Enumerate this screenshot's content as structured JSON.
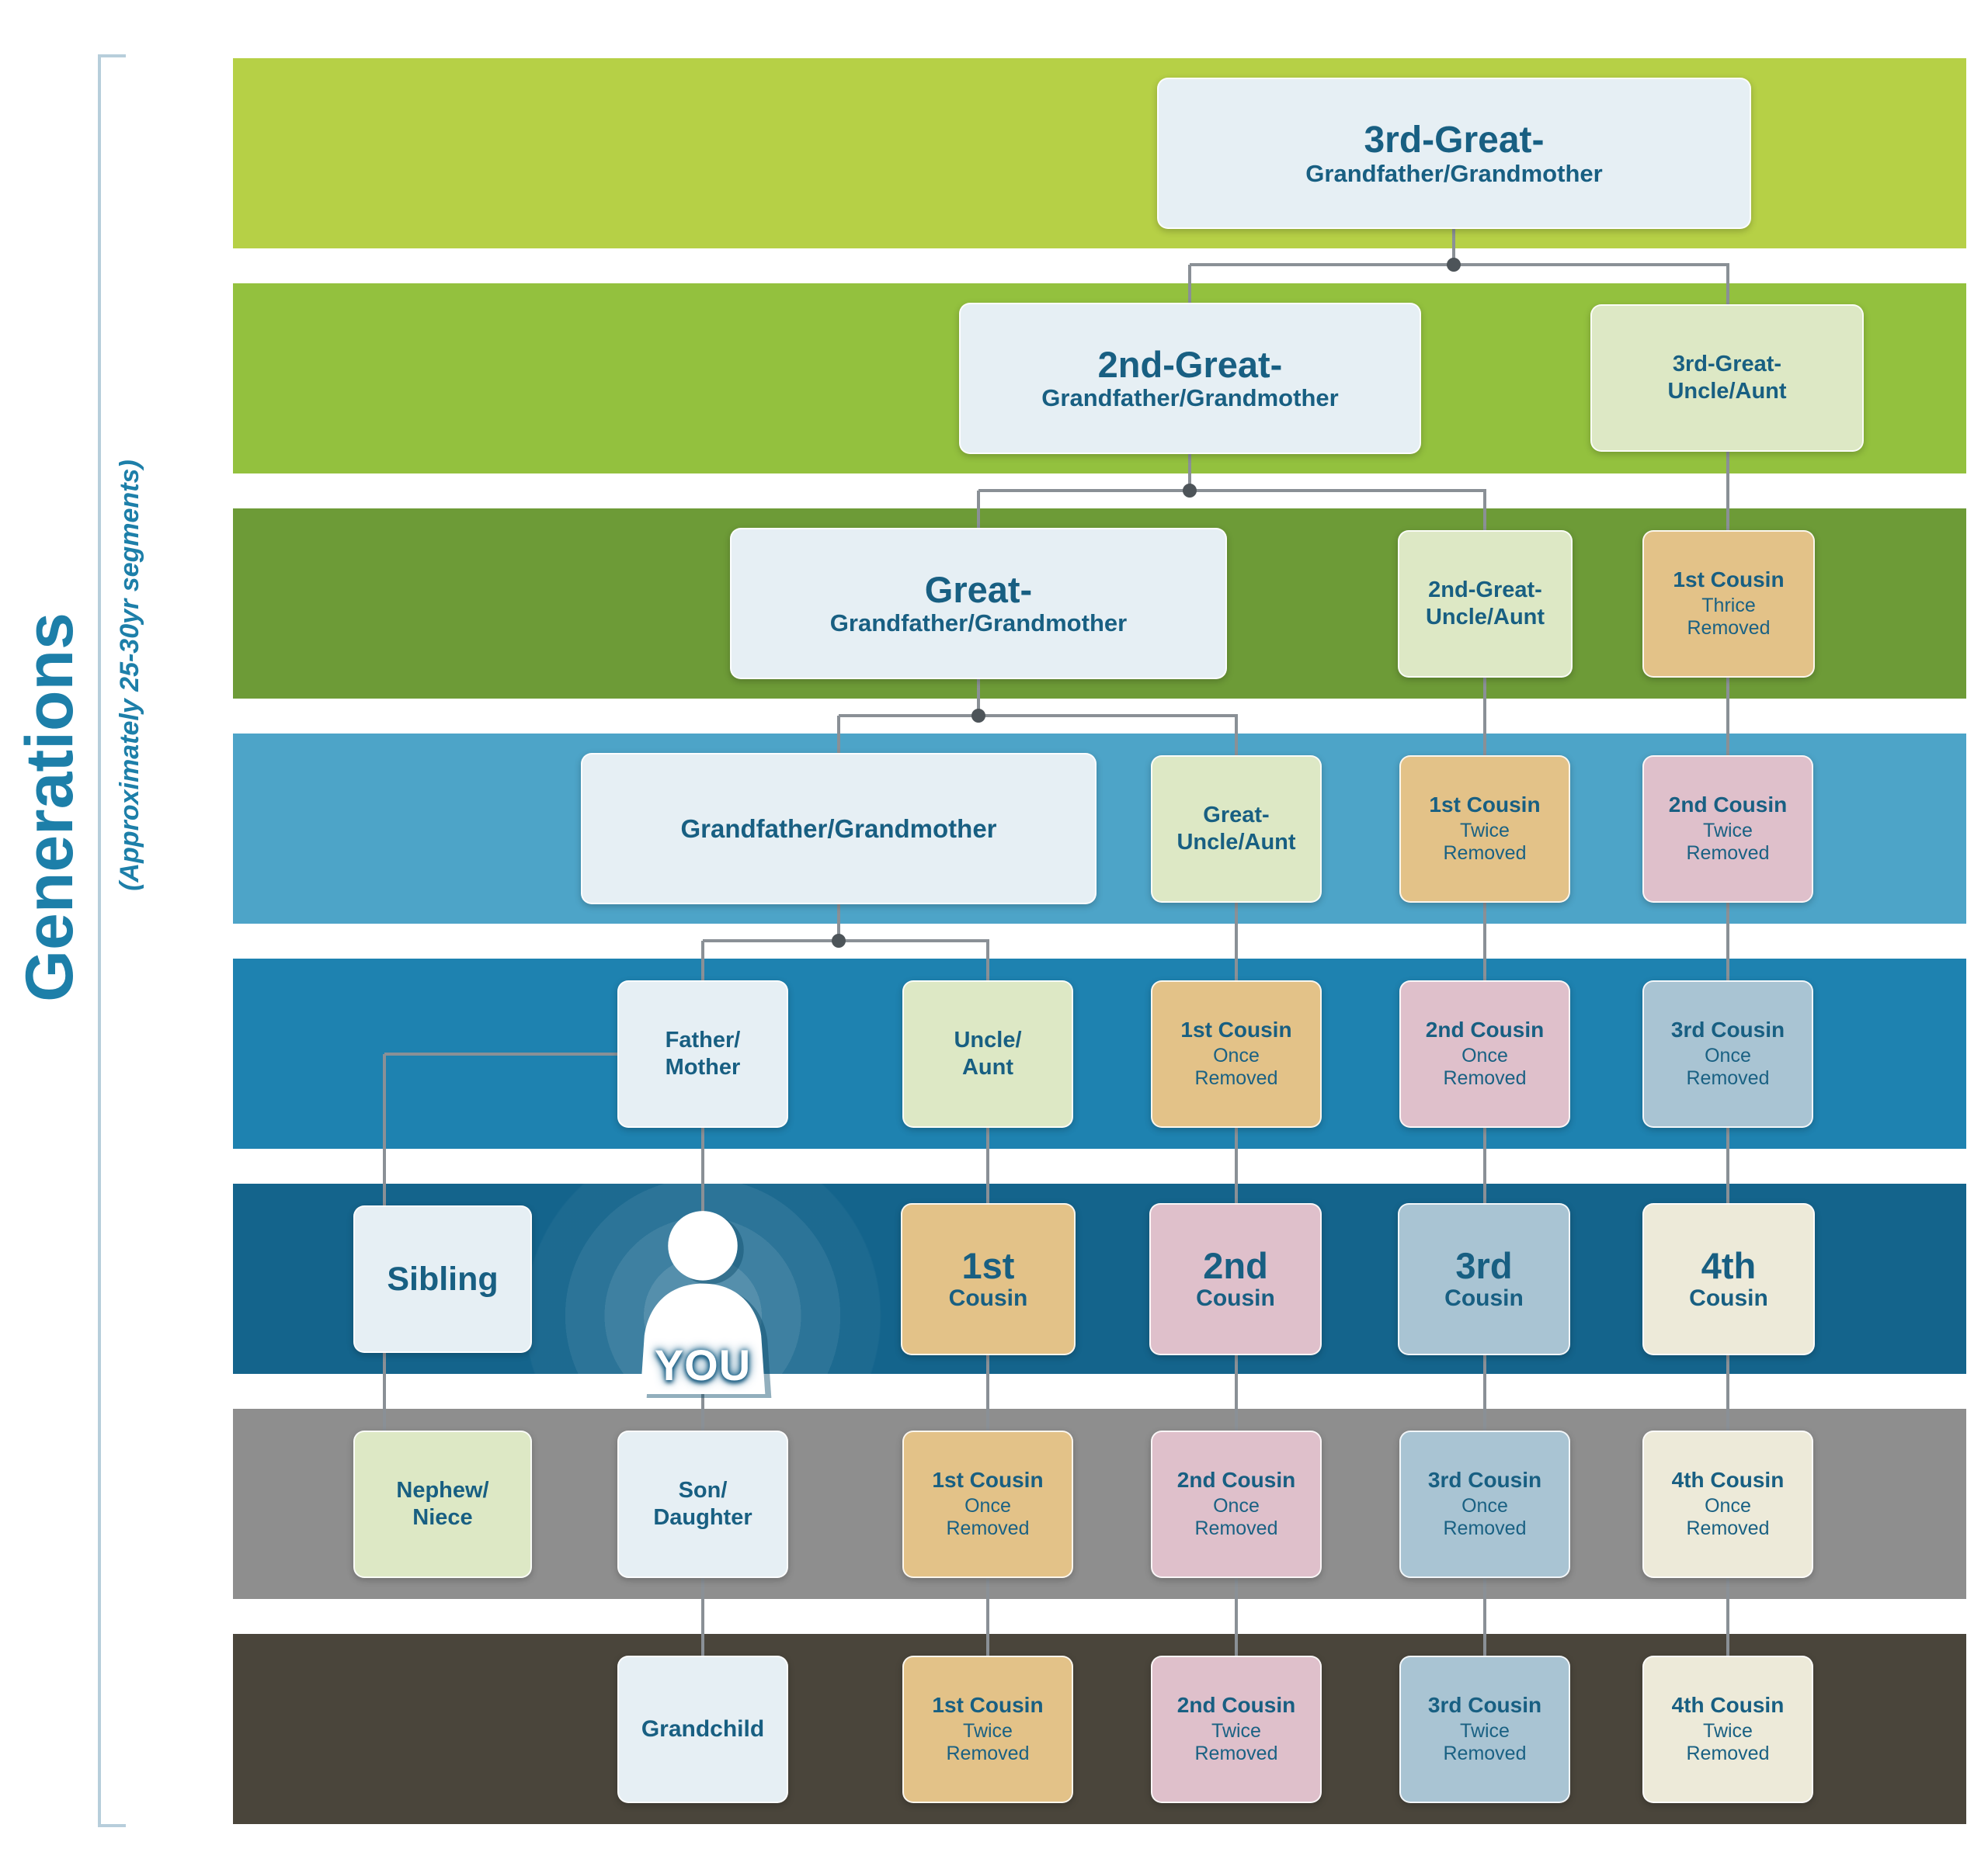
{
  "sidebar": {
    "title": "Generations",
    "subtitle": "(Approximately 25-30yr segments)"
  },
  "boxes": {
    "g1_main": {
      "l1": "3rd-Great-",
      "l2": "Grandfather/Grandmother"
    },
    "g2_main": {
      "l1": "2nd-Great-",
      "l2": "Grandfather/Grandmother"
    },
    "g2_uncle": {
      "l1": "3rd-Great-",
      "l2": "Uncle/Aunt"
    },
    "g3_main": {
      "l1": "Great-",
      "l2": "Grandfather/Grandmother"
    },
    "g3_uncle": {
      "l1": "2nd-Great-",
      "l2": "Uncle/Aunt"
    },
    "g3_c1x3": {
      "l1": "1st Cousin",
      "l2": "Thrice",
      "l3": "Removed"
    },
    "g4_main": {
      "l1": "Grandfather/Grandmother"
    },
    "g4_uncle": {
      "l1": "Great-",
      "l2": "Uncle/Aunt"
    },
    "g4_c1x2": {
      "l1": "1st Cousin",
      "l2": "Twice",
      "l3": "Removed"
    },
    "g4_c2x2": {
      "l1": "2nd Cousin",
      "l2": "Twice",
      "l3": "Removed"
    },
    "g5_father": {
      "l1": "Father/",
      "l2": "Mother"
    },
    "g5_uncle": {
      "l1": "Uncle/",
      "l2": "Aunt"
    },
    "g5_c1x1": {
      "l1": "1st Cousin",
      "l2": "Once",
      "l3": "Removed"
    },
    "g5_c2x1": {
      "l1": "2nd Cousin",
      "l2": "Once",
      "l3": "Removed"
    },
    "g5_c3x1": {
      "l1": "3rd Cousin",
      "l2": "Once",
      "l3": "Removed"
    },
    "g6_sibling": {
      "l1": "Sibling"
    },
    "g6_you": {
      "l1": "YOU"
    },
    "g6_c1": {
      "l1": "1st",
      "l2": "Cousin"
    },
    "g6_c2": {
      "l1": "2nd",
      "l2": "Cousin"
    },
    "g6_c3": {
      "l1": "3rd",
      "l2": "Cousin"
    },
    "g6_c4": {
      "l1": "4th",
      "l2": "Cousin"
    },
    "g7_nephew": {
      "l1": "Nephew/",
      "l2": "Niece"
    },
    "g7_son": {
      "l1": "Son/",
      "l2": "Daughter"
    },
    "g7_c1x1": {
      "l1": "1st Cousin",
      "l2": "Once",
      "l3": "Removed"
    },
    "g7_c2x1": {
      "l1": "2nd Cousin",
      "l2": "Once",
      "l3": "Removed"
    },
    "g7_c3x1": {
      "l1": "3rd Cousin",
      "l2": "Once",
      "l3": "Removed"
    },
    "g7_c4x1": {
      "l1": "4th Cousin",
      "l2": "Once",
      "l3": "Removed"
    },
    "g8_grandchild": {
      "l1": "Grandchild"
    },
    "g8_c1x2": {
      "l1": "1st Cousin",
      "l2": "Twice",
      "l3": "Removed"
    },
    "g8_c2x2": {
      "l1": "2nd Cousin",
      "l2": "Twice",
      "l3": "Removed"
    },
    "g8_c3x2": {
      "l1": "3rd Cousin",
      "l2": "Twice",
      "l3": "Removed"
    },
    "g8_c4x2": {
      "l1": "4th Cousin",
      "l2": "Twice",
      "l3": "Removed"
    }
  },
  "colors": {
    "band_gen1": "#b6d046",
    "band_gen2": "#93c13e",
    "band_gen3": "#6d9b37",
    "band_gen4": "#4da4c8",
    "band_gen5": "#1e82b0",
    "band_gen6": "#14648c",
    "band_gen7": "#8e8e8e",
    "band_gen8": "#4a453b",
    "box_direct_line": "#e6eff4",
    "box_uncle_line": "#dde8c5",
    "box_first_cousin": "#e3c288",
    "box_second_cousin": "#dfc0cb",
    "box_third_cousin": "#a9c4d3",
    "box_fourth_cousin": "#edead9",
    "box_text": "#185f82",
    "connector": "#8a9096",
    "sidebar_text": "#1d7fa9"
  }
}
